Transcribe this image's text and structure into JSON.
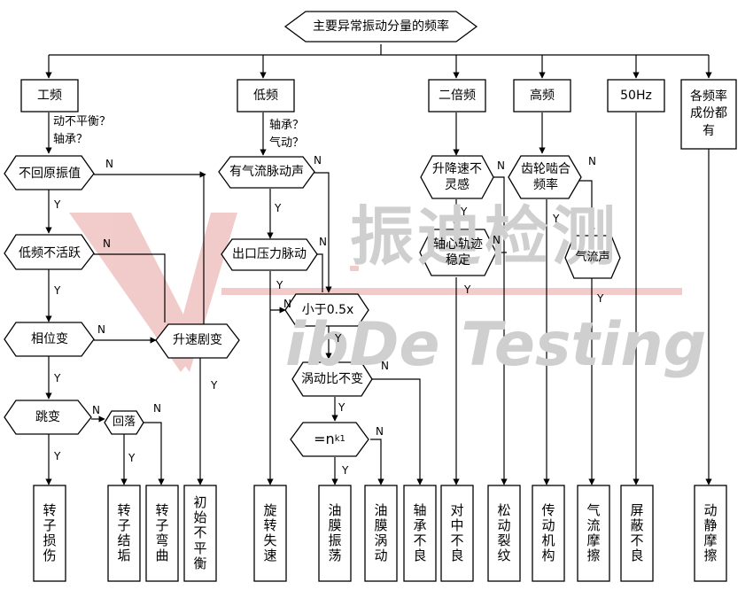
{
  "watermark": {
    "cn": "振迪检测",
    "en": "ibDe Testing"
  },
  "nodes": {
    "root": "主要异常振动分量的频率",
    "gongpin": "工频",
    "dipin": "低频",
    "erbei": "二倍频",
    "gaopin": "高频",
    "hz50": "50Hz",
    "gepin": "各频率成份都有",
    "buhui": "不回原振值",
    "dipinbu": "低频不活跃",
    "xiangwei": "相位变",
    "tiaobian": "跳变",
    "huiluo": "回落",
    "shengsu": "升速剧变",
    "qiliu": "有气流脉动声",
    "chukou": "出口压力脉动",
    "xiaoyu": "小于0.5x",
    "wodong": "涡动比不变",
    "nk1": "=n",
    "nk1_sub": "k1",
    "shengjiang": "升降速不灵感",
    "zhouxin": "轴心轨迹稳定",
    "chilun": "齿轮啮合频率",
    "qiliusheng": "气流声"
  },
  "questions": {
    "q1": "动不平衡？",
    "q2": "轴承？",
    "q3": "轴承？",
    "q4": "气动？"
  },
  "results": [
    "转子损伤",
    "转子结垢",
    "转子弯曲",
    "初始不平衡",
    "旋转失速",
    "油膜振荡",
    "油膜涡动",
    "轴承不良",
    "对中不良",
    "松动裂纹",
    "传动机构",
    "气流摩擦",
    "屏蔽不良",
    "动静摩擦"
  ],
  "labels": {
    "y": "Y",
    "n": "N"
  }
}
